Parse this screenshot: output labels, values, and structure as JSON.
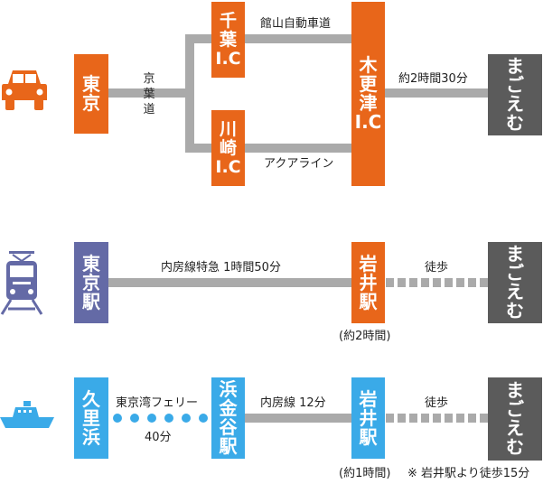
{
  "colors": {
    "orange": "#e8661a",
    "indigo": "#646aa6",
    "sky": "#3aaae8",
    "destination": "#5b5b5b",
    "line": "#aaaaaa"
  },
  "icons": {
    "car": "car-icon",
    "train": "train-icon",
    "ship": "ship-icon"
  },
  "car_route": {
    "origin": "東京",
    "split_label": "京\n葉\n道",
    "ic_upper": "千\n葉\nI.C",
    "ic_lower": "川\n崎\nI.C",
    "upper_road": "館山自動車道",
    "lower_road": "アクアライン",
    "junction": "木\n更\n津\nI.C",
    "final_time": "約2時間30分",
    "destination": "ま\nご\nえ\nむ"
  },
  "train_route": {
    "origin": "東\n京\n駅",
    "line_label": "内房線特急  1時間50分",
    "station": "岩\n井\n駅",
    "walk_label": "徒歩",
    "total_time": "(約2時間)",
    "destination": "ま\nご\nえ\nむ"
  },
  "ferry_route": {
    "origin": "久\n里\n浜",
    "ferry_name": "東京湾フェリー",
    "ferry_time": "40分",
    "port": "浜\n金\n谷\n駅",
    "line_label": "内房線  12分",
    "station": "岩\n井\n駅",
    "walk_label": "徒歩",
    "total_time": "(約1時間)",
    "note": "※ 岩井駅より徒歩15分",
    "destination": "ま\nご\nえ\nむ"
  }
}
